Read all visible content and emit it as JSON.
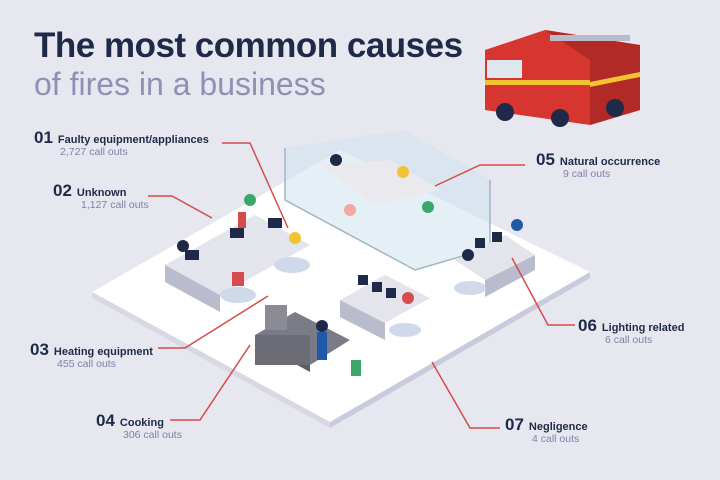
{
  "title": "The most common causes",
  "subtitle": "of fires in a business",
  "colors": {
    "accent": "#d64b4b",
    "title": "#1e2a47",
    "muted": "#8d91b4",
    "background": "#e7e7f0"
  },
  "causes": [
    {
      "num": "01",
      "label": "Faulty equipment/appliances",
      "count": "2,727 call outs"
    },
    {
      "num": "02",
      "label": "Unknown",
      "count": "1,127 call outs"
    },
    {
      "num": "03",
      "label": "Heating equipment",
      "count": "455 call outs"
    },
    {
      "num": "04",
      "label": "Cooking",
      "count": "306 call outs"
    },
    {
      "num": "05",
      "label": "Natural occurrence",
      "count": "9 call outs"
    },
    {
      "num": "06",
      "label": "Lighting related",
      "count": "6 call outs"
    },
    {
      "num": "07",
      "label": "Negligence",
      "count": "4 call outs"
    }
  ]
}
